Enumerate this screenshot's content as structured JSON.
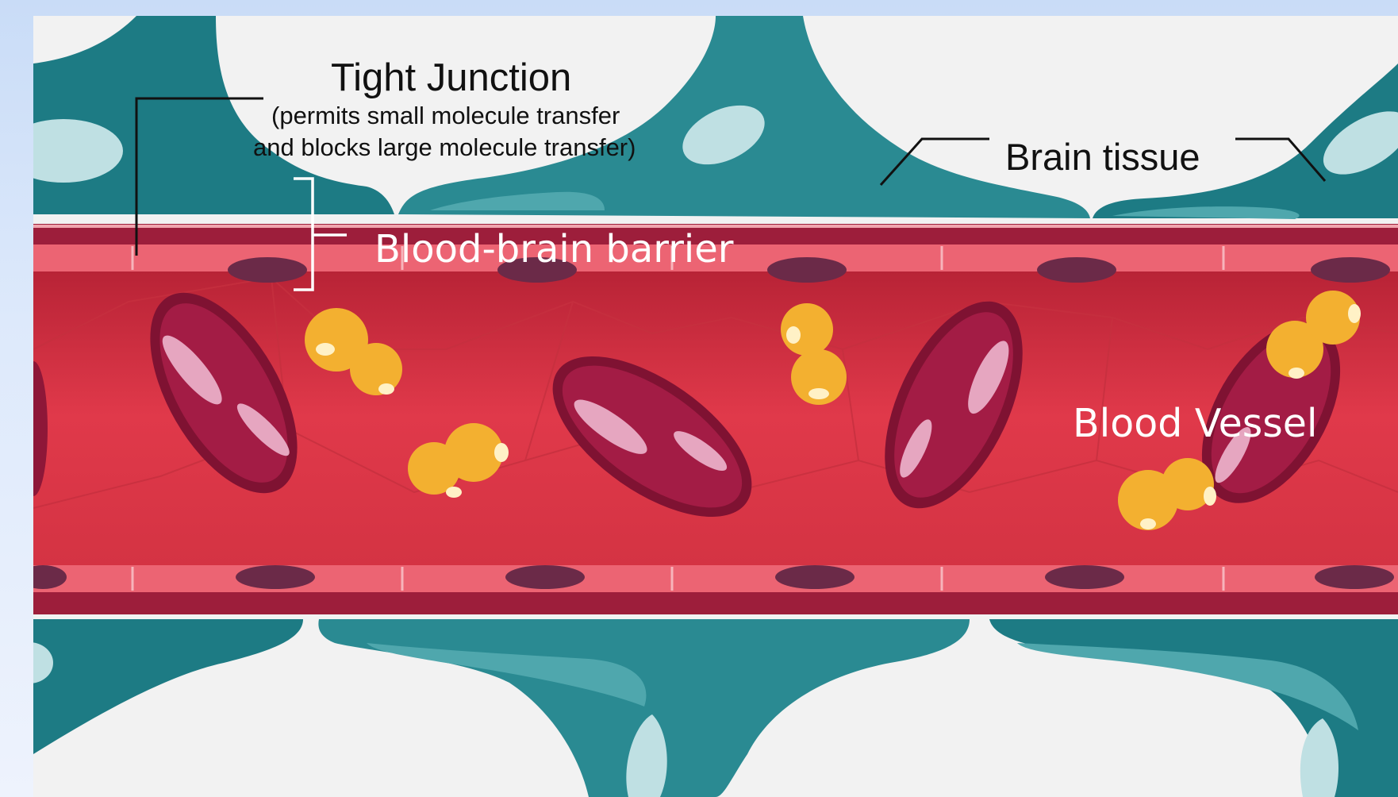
{
  "labels": {
    "tight_junction_title": "Tight Junction",
    "tight_junction_desc_line1": "(permits small molecule transfer",
    "tight_junction_desc_line2": "and blocks large molecule transfer)",
    "brain_tissue": "Brain tissue",
    "blood_brain_barrier": "Blood-brain barrier",
    "blood_vessel": "Blood Vessel"
  },
  "colors": {
    "background_frame": "#c9dcf7",
    "canvas_background": "#f2f2f2",
    "brain_tissue_teal": "#2a8a92",
    "brain_tissue_dark": "#166f78",
    "brain_tissue_light": "#4fa7ad",
    "vessel_wall_dark": "#9d1e3b",
    "endothelial_cell": "#ec6473",
    "nucleus": "#6b2a48",
    "blood_red": "#d93745",
    "red_blood_cell": "#9a1a3f",
    "molecule_yellow": "#f3b030"
  }
}
